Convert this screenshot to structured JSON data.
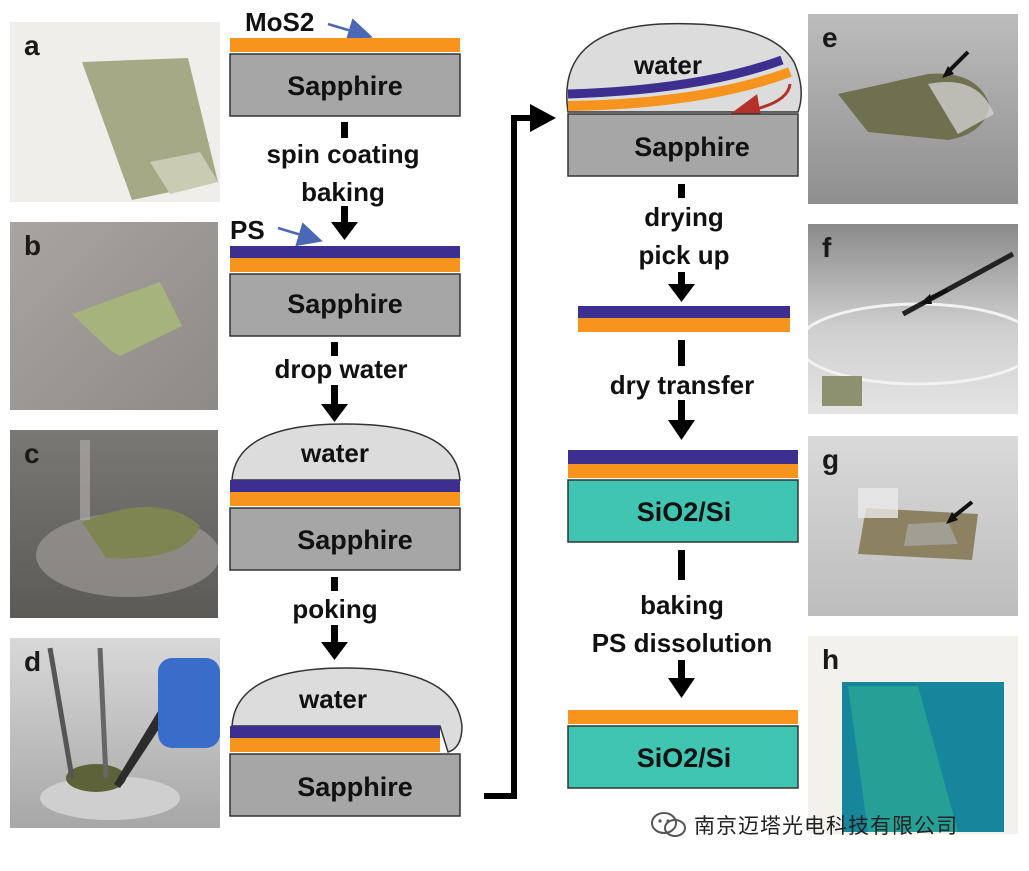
{
  "panels": [
    {
      "letter": "a"
    },
    {
      "letter": "b"
    },
    {
      "letter": "c"
    },
    {
      "letter": "d"
    },
    {
      "letter": "e"
    },
    {
      "letter": "f"
    },
    {
      "letter": "g"
    },
    {
      "letter": "h"
    }
  ],
  "diagram": {
    "mos2_label": "MoS2",
    "ps_label": "PS",
    "substrate_sapphire": "Sapphire",
    "substrate_sio2": "SiO2/Si",
    "water_label": "water",
    "steps": {
      "spin_coating": "spin coating",
      "baking": "baking",
      "drop_water": "drop water",
      "poking": "poking",
      "drying": "drying",
      "pick_up": "pick up",
      "dry_transfer": "dry transfer",
      "baking2": "baking",
      "ps_dissolution": "PS dissolution"
    }
  },
  "colors": {
    "mos2": "#f7941d",
    "ps": "#3d2f8f",
    "sapphire": "#a6a6a6",
    "sio2": "#3fc5b2",
    "water": "#dcdcdc",
    "arrow_blue": "#4a68b5",
    "arrow_red": "#b3302b"
  },
  "watermark": {
    "text": "南京迈塔光电科技有限公司",
    "icon": "wechat-icon"
  }
}
